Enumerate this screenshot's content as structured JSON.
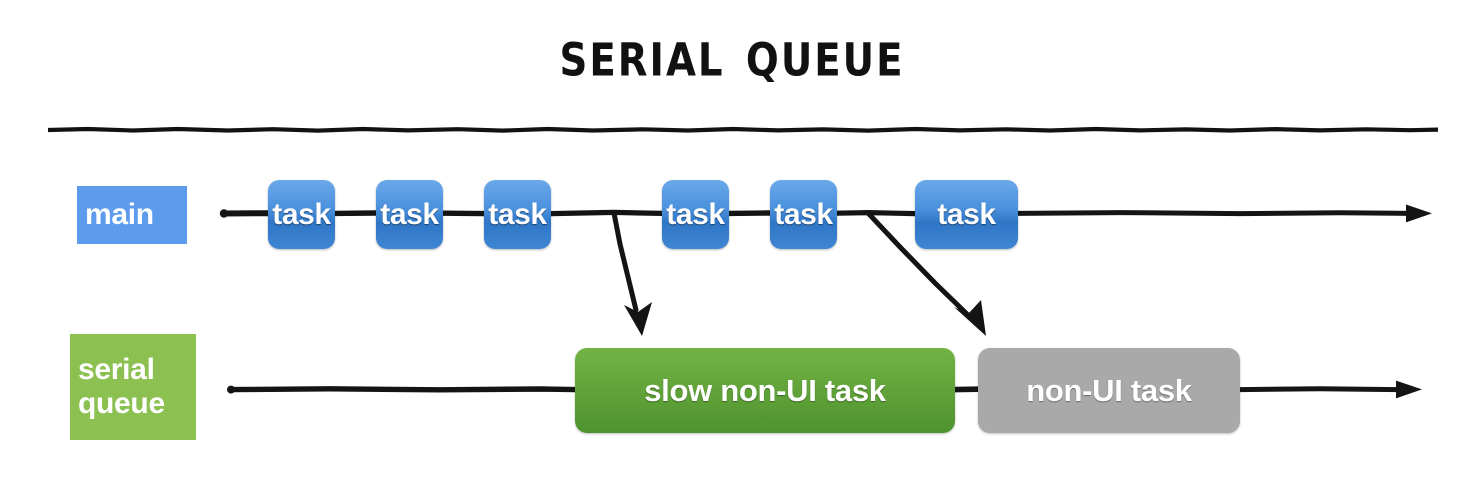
{
  "title": "Serial Queue",
  "colors": {
    "main_label_bg": "#5d9cec",
    "queue_label_bg": "#8cc152",
    "task_blue": "#4a90dd",
    "slow_task_green": "#63a53a",
    "non_ui_task_gray": "#a9a9a9",
    "line": "#1a1a1a",
    "background": "#ffffff"
  },
  "lanes": {
    "main": {
      "label": "main",
      "tasks": [
        {
          "label": "task"
        },
        {
          "label": "task"
        },
        {
          "label": "task"
        },
        {
          "label": "task"
        },
        {
          "label": "task"
        },
        {
          "label": "task"
        }
      ]
    },
    "serial_queue": {
      "label_line_1": "serial",
      "label_line_2": "queue",
      "blocks": [
        {
          "label": "slow non-UI task",
          "style": "green"
        },
        {
          "label": "non-UI task",
          "style": "gray"
        }
      ]
    }
  },
  "arrows": [
    {
      "name": "dispatch-arrow-1",
      "from_lane": "main",
      "after_task_index": 2,
      "to_lane": "serial_queue",
      "to_block_index": 0
    },
    {
      "name": "dispatch-arrow-2",
      "from_lane": "main",
      "after_task_index": 4,
      "to_lane": "serial_queue",
      "to_block_index": 1
    }
  ]
}
